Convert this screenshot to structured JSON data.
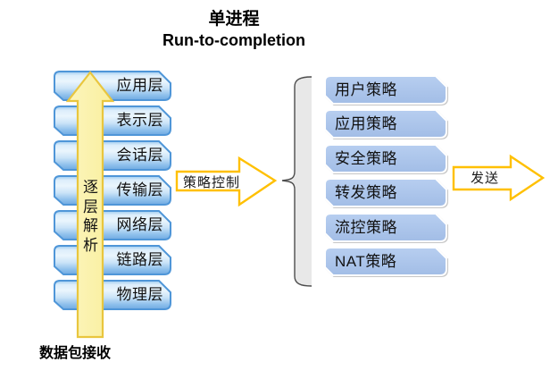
{
  "title": {
    "line1": "单进程",
    "line2": "Run-to-completion"
  },
  "left_stack": {
    "layers": [
      "应用层",
      "表示层",
      "会话层",
      "传输层",
      "网络层",
      "链路层",
      "物理层"
    ],
    "arrow_label": "逐层解析",
    "bottom_label": "数据包接收"
  },
  "flow": {
    "policy_control_label": "策略控制",
    "send_label": "发送"
  },
  "right_stack": {
    "policies": [
      "用户策略",
      "应用策略",
      "安全策略",
      "转发策略",
      "流控策略",
      "NAT策略"
    ]
  },
  "colors": {
    "accent_gold": "#FFC000",
    "big_arrow_fill": "#FBF2AC",
    "big_arrow_border": "#E9C63E",
    "layer_box_border": "#4F96D8",
    "layer_box_fill_light": "#EAF5FD",
    "layer_box_fill_dark": "#74AEE4",
    "policy_box_fill": "#ABC4E9",
    "policy_box_border": "#FFFFFF",
    "brace_fill": "#E8E8E8",
    "brace_outline": "#4D4D4D",
    "text": "#000000"
  }
}
